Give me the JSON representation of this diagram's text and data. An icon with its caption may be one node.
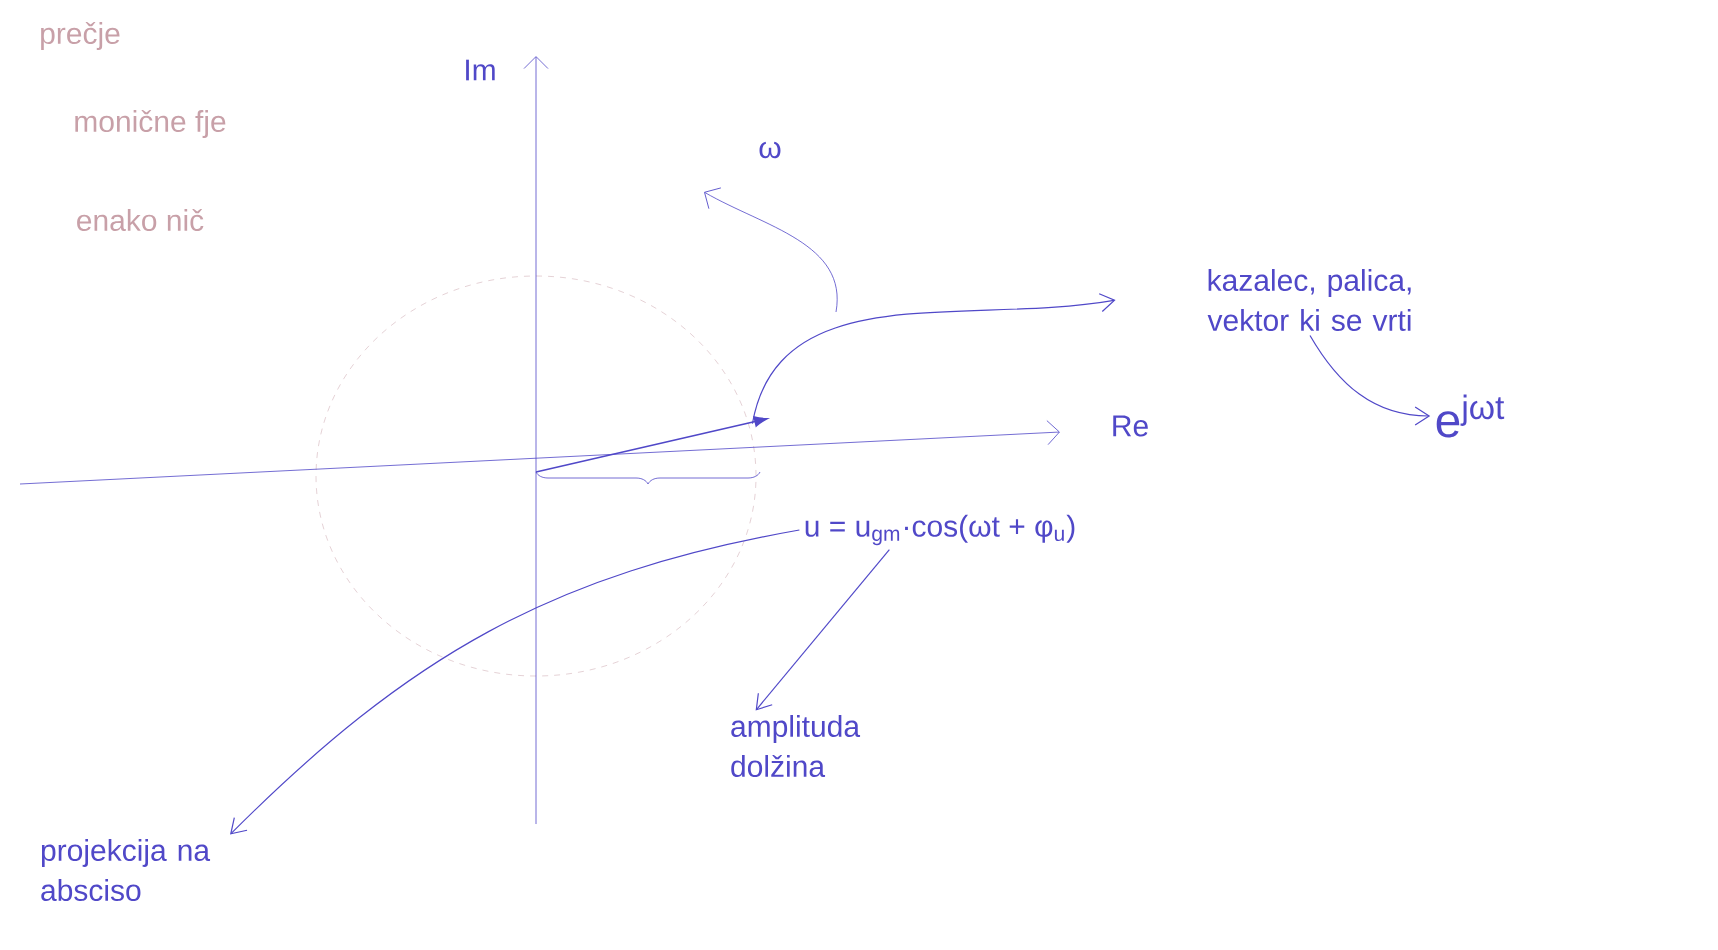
{
  "diagram": {
    "nodes": [
      {
        "text": [
          "kazalec, palica, vektor ki se vrti"
        ]
      },
      {
        "text": [
          "e$^{jωt}$"
        ]
      },
      {
        "text": [
          "u = u$_{gm}$·cos(ωt + φ$_{u}$)"
        ]
      },
      {
        "text": [
          "amplituda dolžina"
        ]
      },
      {
        "text": [
          "projekcija na absciso"
        ]
      },
      {
        "text": [],
        "shape": "arrow"
      }
    ],
    "edges": [
      {
        "from": 5,
        "to": 0,
        "arrow": "to"
      },
      {
        "from": 0,
        "to": 1,
        "arrow": "to"
      },
      {
        "from": 2,
        "to": 4,
        "arrow": "to"
      },
      {
        "from": 2,
        "to": 3,
        "arrow": "to"
      }
    ],
    "labels": [
      "prečje",
      "monične fje",
      "enako nič",
      "Im",
      "Re",
      "ω"
    ]
  }
}
